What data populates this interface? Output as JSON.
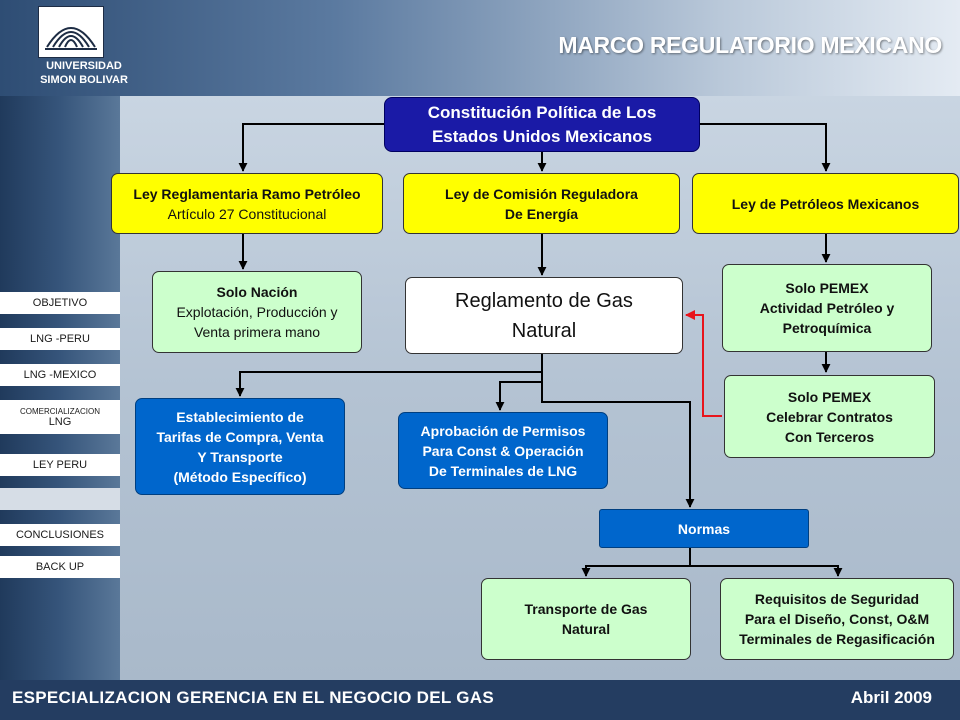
{
  "header": {
    "university_line1": "UNIVERSIDAD",
    "university_line2": "SIMON BOLIVAR",
    "title": "MARCO REGULATORIO MEXICANO"
  },
  "nav": {
    "objetivo": "OBJETIVO",
    "lng_peru": "LNG -PERU",
    "lng_mexico": "LNG -MEXICO",
    "comercializacion_line1": "COMERCIALIZACION",
    "comercializacion_line2": "LNG",
    "ley_peru": "LEY PERU",
    "conclusiones": "CONCLUSIONES",
    "back_up": "BACK UP"
  },
  "diagram": {
    "constitucion": [
      "Constitución Política de Los",
      "Estados Unidos Mexicanos"
    ],
    "ley_reglamentaria": [
      "Ley Reglamentaria Ramo Petróleo",
      "Artículo 27 Constitucional"
    ],
    "ley_comision": [
      "Ley de Comisión Reguladora",
      "De Energía"
    ],
    "ley_petroleos": "Ley de Petróleos Mexicanos",
    "solo_nacion": [
      "Solo Nación",
      "Explotación, Producción  y",
      "Venta primera mano"
    ],
    "reglamento": [
      "Reglamento de Gas",
      "Natural"
    ],
    "solo_pemex_1": [
      "Solo PEMEX",
      "Actividad Petróleo y",
      "Petroquímica"
    ],
    "solo_pemex_2": [
      "Solo PEMEX",
      "Celebrar Contratos",
      "Con Terceros"
    ],
    "establecimiento": [
      "Establecimiento de",
      "Tarifas de Compra, Venta",
      "Y Transporte",
      "(Método Específico)"
    ],
    "aprobacion": [
      "Aprobación de Permisos",
      "Para Const & Operación",
      "De Terminales de LNG"
    ],
    "normas": "Normas",
    "transporte": [
      "Transporte de Gas",
      "Natural"
    ],
    "requisitos": [
      "Requisitos de Seguridad",
      "Para el Diseño, Const, O&M",
      "Terminales de Regasificación"
    ]
  },
  "footer": {
    "left": "ESPECIALIZACION GERENCIA EN EL NEGOCIO DEL GAS",
    "right": "Abril  2009"
  },
  "colors": {
    "header_dark": "#2e4d74",
    "footer": "#243d61",
    "navy_box": "#1a1aa6",
    "yellow_box": "#ffff00",
    "green_box": "#ccffcc",
    "blue_box": "#0066cc",
    "red_arrow": "#e8141c"
  }
}
